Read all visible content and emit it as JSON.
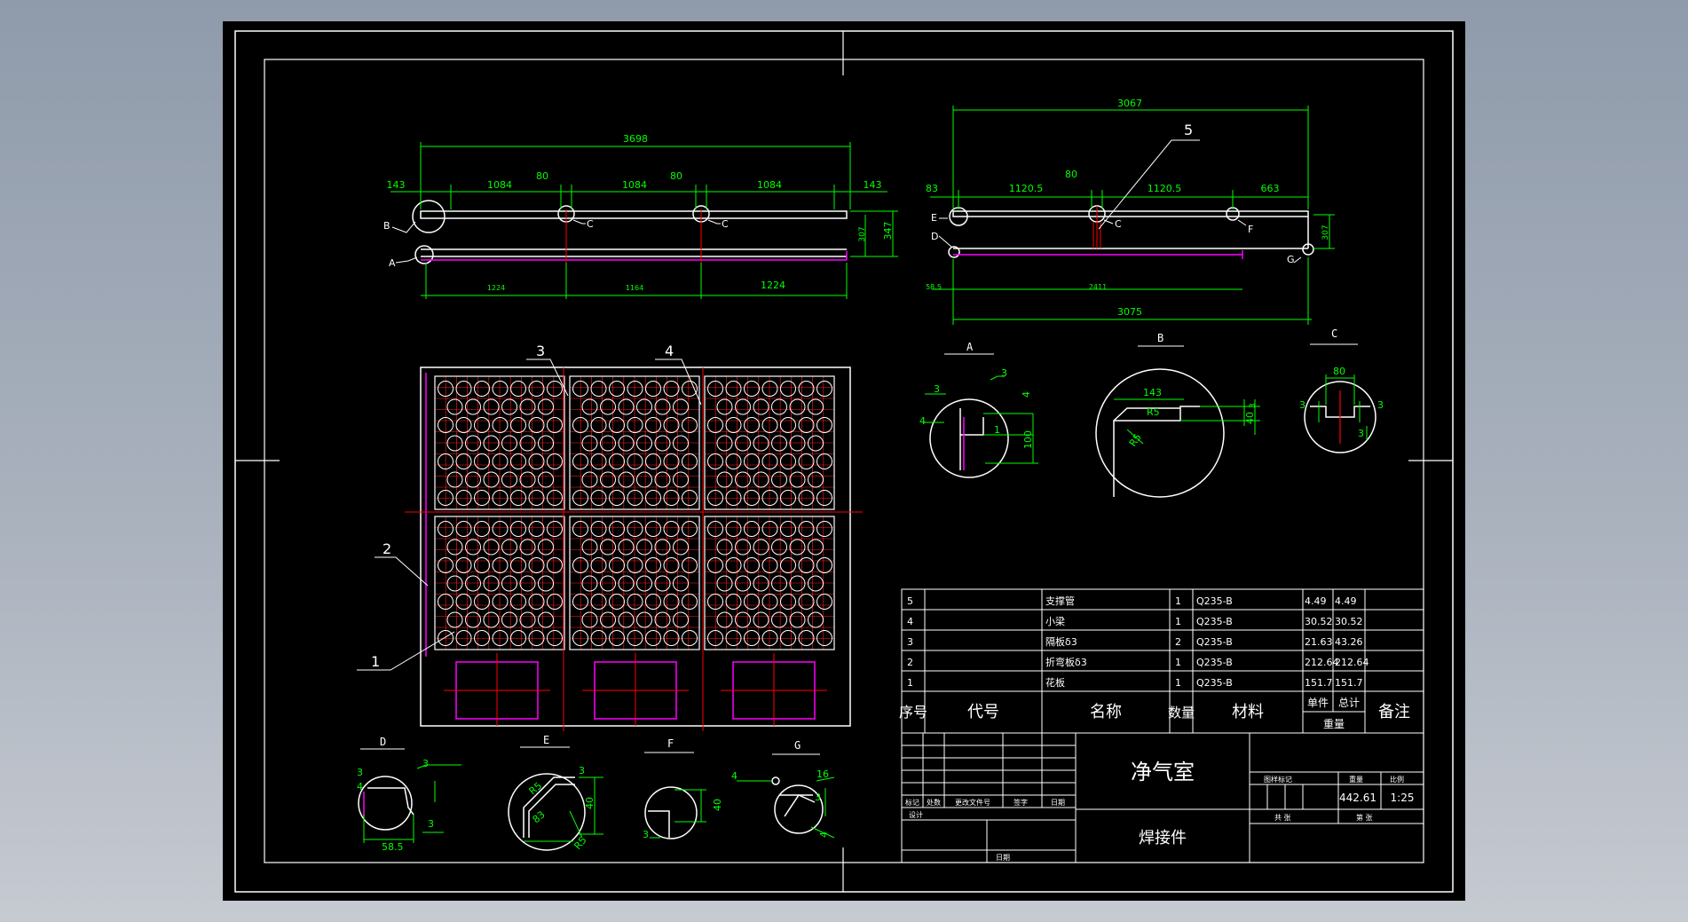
{
  "colors": {
    "background": "#000000",
    "frame": "#ffffff",
    "dimension": "#00ff00",
    "centerline": "#ff0000",
    "hidden": "#ff00ff",
    "text": "#ffffff"
  },
  "front_view": {
    "dim_overall": "3698",
    "dim_parts": [
      "143",
      "1084",
      "80",
      "1084",
      "80",
      "1084",
      "143"
    ],
    "dim_bottom": [
      "1224",
      "1164",
      "1224"
    ],
    "dim_right": [
      "307",
      "347"
    ],
    "labels": [
      "B",
      "A",
      "C",
      "C"
    ]
  },
  "side_view": {
    "dim_overall": "3067",
    "dim_parts": [
      "83",
      "1120.5",
      "80",
      "1120.5",
      "663"
    ],
    "dim_bottom_overall": "3075",
    "dim_bottom_parts": [
      "58.5",
      "2411"
    ],
    "dim_right": "307",
    "callout": "5",
    "labels": [
      "E",
      "D",
      "C",
      "F",
      "G"
    ]
  },
  "plan_view": {
    "callouts": [
      "3",
      "4",
      "2",
      "1"
    ]
  },
  "detail_views": {
    "A": {
      "title": "A",
      "dims": [
        "3",
        "3",
        "4",
        "4",
        "100",
        "1"
      ]
    },
    "B": {
      "title": "B",
      "dims": [
        "143",
        "R5",
        "3",
        "40",
        "R5"
      ]
    },
    "C": {
      "title": "C",
      "dims": [
        "80",
        "3",
        "3",
        "3"
      ]
    },
    "D": {
      "title": "D",
      "dims": [
        "3",
        "3",
        "4",
        "58.5",
        "3"
      ]
    },
    "E": {
      "title": "E",
      "dims": [
        "R5",
        "3",
        "40",
        "83",
        "R5"
      ]
    },
    "F": {
      "title": "F",
      "dims": [
        "40",
        "3"
      ]
    },
    "G": {
      "title": "G",
      "dims": [
        "4",
        "16",
        "3",
        "4"
      ]
    }
  },
  "bom": {
    "rows": [
      {
        "no": "5",
        "code": "",
        "name": "支撑管",
        "qty": "1",
        "material": "Q235-B",
        "unit": "4.49",
        "total": "4.49",
        "note": ""
      },
      {
        "no": "4",
        "code": "",
        "name": "小梁",
        "qty": "1",
        "material": "Q235-B",
        "unit": "30.52",
        "total": "30.52",
        "note": ""
      },
      {
        "no": "3",
        "code": "",
        "name": "隔板δ3",
        "qty": "2",
        "material": "Q235-B",
        "unit": "21.63",
        "total": "43.26",
        "note": ""
      },
      {
        "no": "2",
        "code": "",
        "name": "折弯板δ3",
        "qty": "1",
        "material": "Q235-B",
        "unit": "212.64",
        "total": "212.64",
        "note": ""
      },
      {
        "no": "1",
        "code": "",
        "name": "花板",
        "qty": "1",
        "material": "Q235-B",
        "unit": "151.7",
        "total": "151.7",
        "note": ""
      }
    ],
    "header": {
      "no": "序号",
      "code": "代号",
      "name": "名称",
      "qty": "数量",
      "material": "材料",
      "unit": "单件",
      "total": "总计",
      "weight": "重量",
      "note": "备注"
    }
  },
  "title_block": {
    "title": "净气室",
    "subtitle": "焊接件",
    "rev_headers": [
      "标记",
      "处数",
      "更改文件号",
      "签字",
      "日期"
    ],
    "design": "设计",
    "date": "日期",
    "stage_mark": "图样标记",
    "weight_label": "重量",
    "scale_label": "比例",
    "weight": "442.61",
    "scale": "1:25",
    "sheets_total": "共 张",
    "sheet_no": "第 张"
  }
}
